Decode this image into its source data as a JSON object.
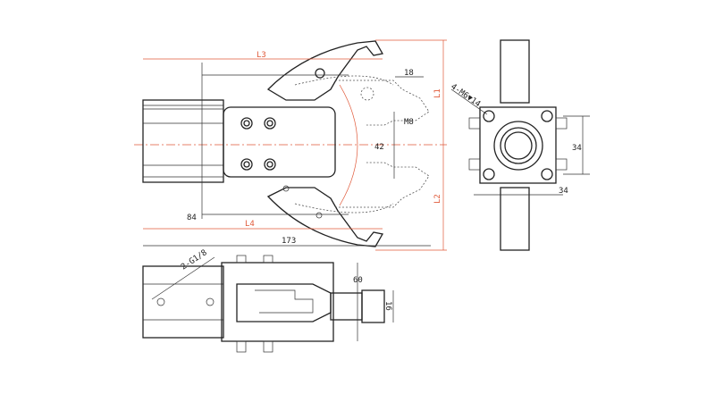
{
  "drawing": {
    "front_view": {
      "dim_L3": "L3",
      "dim_L4": "L4",
      "dim_L1": "L1",
      "dim_L2": "L2",
      "dim_jaw_tip": "18",
      "dim_thread": "M8",
      "dim_opening": "42",
      "dim_offset": "84",
      "dim_overall_length": "173"
    },
    "end_view": {
      "dim_mount_holes": "4-M6▼14",
      "dim_hole_spacing_v": "34",
      "dim_hole_spacing_h": "34"
    },
    "top_view": {
      "dim_ports": "2-G1/8",
      "dim_height": "60",
      "dim_jaw_width": "16"
    },
    "colors": {
      "line": "#222222",
      "dimension": "#e05a3a"
    }
  }
}
